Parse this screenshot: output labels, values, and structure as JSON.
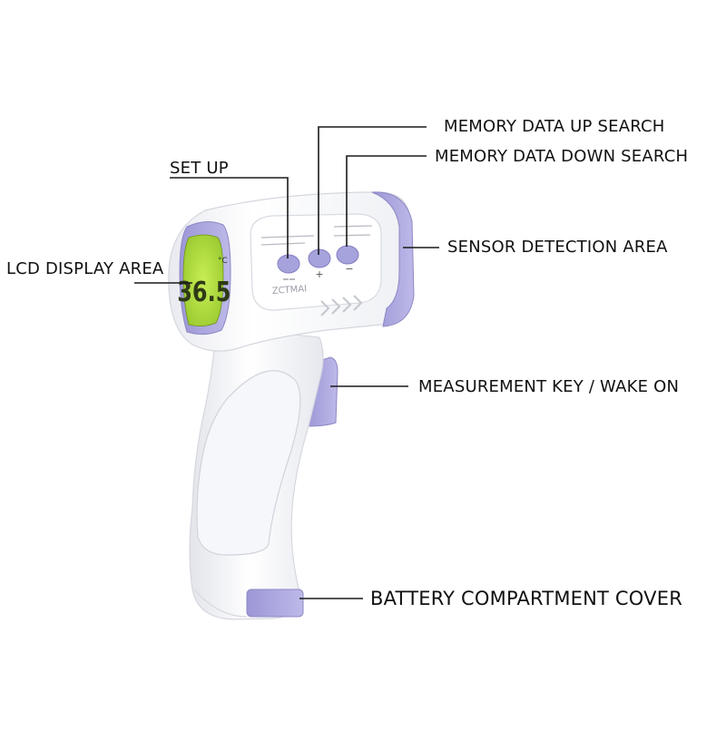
{
  "labels": {
    "memory_up": "MEMORY DATA UP SEARCH",
    "memory_down": "MEMORY DATA DOWN SEARCH",
    "set_up": "SET UP",
    "lcd_display": "LCD DISPLAY AREA",
    "sensor": "SENSOR DETECTION AREA",
    "measurement_key": "MEASUREMENT KEY / WAKE ON",
    "battery": "BATTERY COMPARTMENT COVER"
  },
  "device": {
    "brand": "ZCTMAI",
    "lcd_reading": "36.5",
    "lcd_unit": "°C",
    "button_plus": "+",
    "button_minus": "−"
  },
  "colors": {
    "accent": "#a9a5dd",
    "accent_dark": "#8f8ac8",
    "lcd": "#b8e24a",
    "body": "#fafafb",
    "outline": "#d9dbe2"
  }
}
